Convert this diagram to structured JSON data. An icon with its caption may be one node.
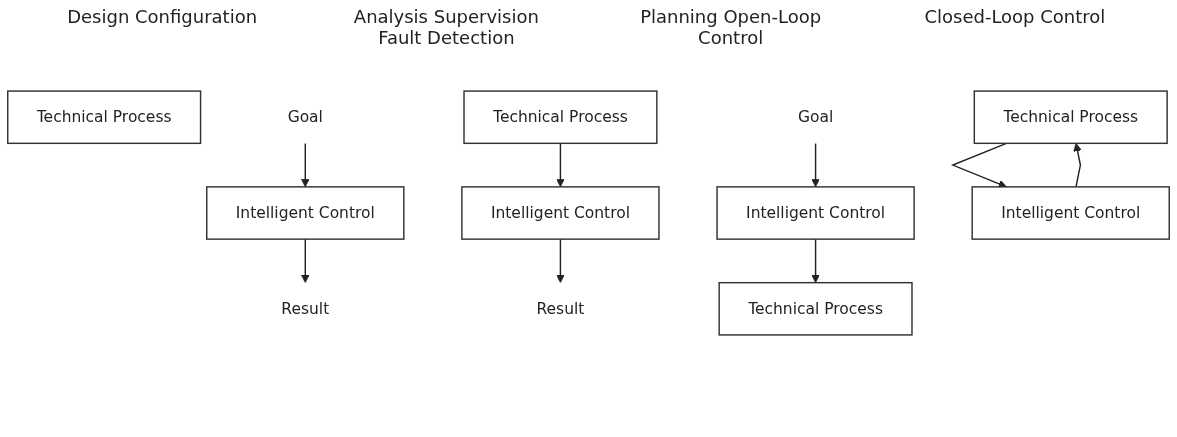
{
  "diagram": {
    "nodes": [
      {
        "text": [
          "Technical Process"
        ]
      },
      {
        "text": [
          "Intelligent Control"
        ]
      },
      {
        "text": [
          "Goal"
        ]
      },
      {
        "text": [
          "Result"
        ]
      },
      {
        "text": [
          "Technical Process"
        ]
      },
      {
        "text": [
          "Intelligent Control"
        ]
      },
      {
        "text": [
          "Result"
        ]
      },
      {
        "text": [
          "Technical Process"
        ]
      },
      {
        "text": [
          "Intelligent Control"
        ]
      },
      {
        "text": [
          "Goal"
        ]
      },
      {
        "text": [
          "Technical Process"
        ]
      },
      {
        "text": [
          "Intelligent Control"
        ]
      }
    ],
    "edges": [
      {
        "from": 2,
        "to": 1,
        "arrow": "to"
      },
      {
        "from": 1,
        "to": 3,
        "arrow": "to"
      },
      {
        "from": 4,
        "to": 5,
        "arrow": "to"
      },
      {
        "from": 5,
        "to": 6,
        "arrow": "to"
      },
      {
        "from": 8,
        "to": 7,
        "arrow": "to"
      },
      {
        "from": 9,
        "to": 8,
        "arrow": "to"
      },
      {
        "from": 10,
        "to": 11,
        "arrow": "to"
      },
      {
        "from": 11,
        "to": 10,
        "arrow": "to"
      }
    ],
    "labels": [
      "Design Configuration",
      "Analysis Supervision Fault Detection",
      "Planning Open-Loop Control",
      "Closed-Loop Control"
    ]
  }
}
